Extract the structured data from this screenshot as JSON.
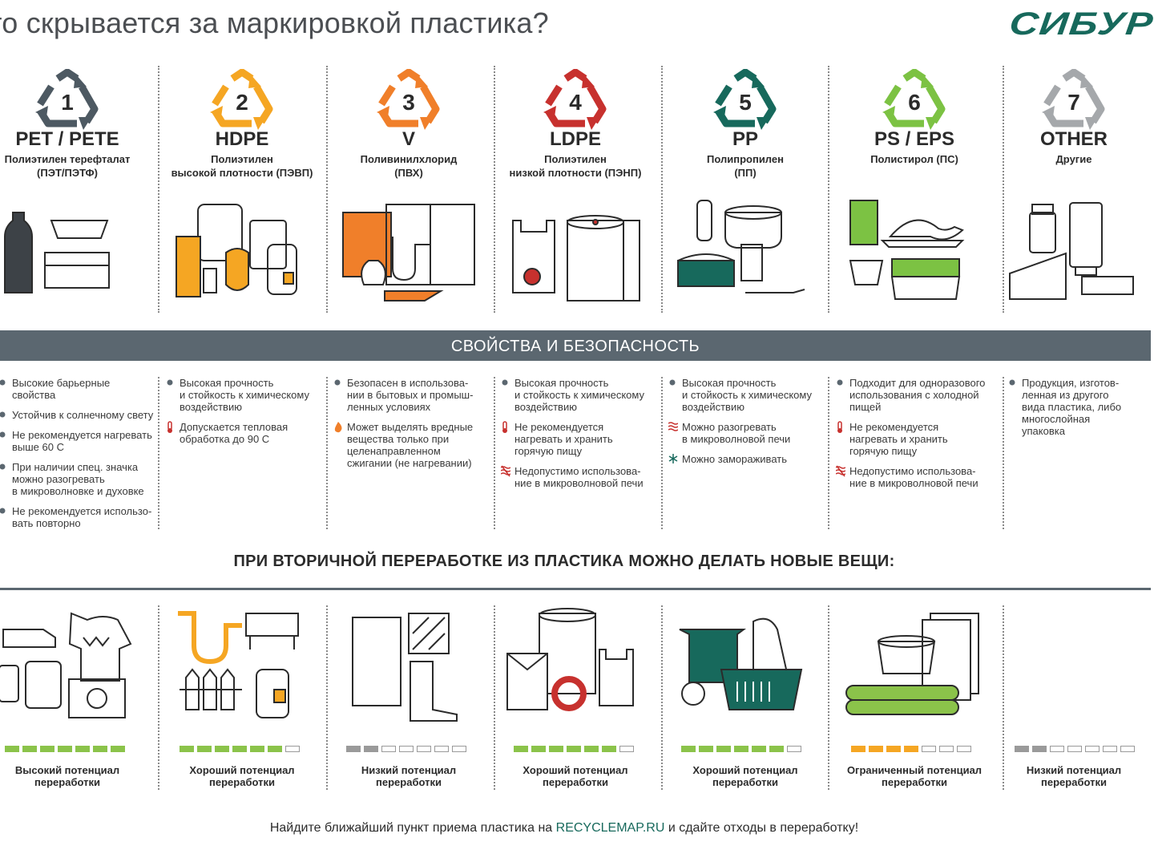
{
  "header": {
    "title": "то скрывается за маркировкой пластика?",
    "logo": "СИБУР"
  },
  "colors": {
    "band": "#5b6770",
    "brand": "#17695c",
    "green": "#8bc34a",
    "gray": "#9a9a9a",
    "orange": "#f5a623"
  },
  "plastics": [
    {
      "number": "1",
      "code": "PET / PETE",
      "fullname": "Полиэтилен терефталат\n(ПЭТ/ПЭТФ)",
      "triangle_color": "#4d5962",
      "props": [
        {
          "text": "Высокие барьерные свойства",
          "bullet": "dot"
        },
        {
          "text": "Устойчив к солнечному свету",
          "bullet": "dot"
        },
        {
          "text": "Не рекомендуется нагревать\nвыше 60 С",
          "bullet": "dot"
        },
        {
          "text": "При наличии спец. значка\nможно разогревать\nв микроволновке и духовке",
          "bullet": "dot"
        },
        {
          "text": "Не рекомендуется использо-\nвать повторно",
          "bullet": "dot"
        }
      ],
      "segments": 7,
      "filled": 7,
      "bar_color": "#8bc34a",
      "potential": "Высокий потенциал\nпереработки"
    },
    {
      "number": "2",
      "code": "HDPE",
      "fullname": "Полиэтилен\nвысокой плотности (ПЭВП)",
      "triangle_color": "#f5a623",
      "props": [
        {
          "text": "Высокая прочность\nи стойкость к химическому\nвоздействию",
          "bullet": "dot"
        },
        {
          "text": "Допускается тепловая\nобработка до 90 С",
          "bullet": "thermo"
        }
      ],
      "segments": 7,
      "filled": 6,
      "bar_color": "#8bc34a",
      "potential": "Хороший потенциал\nпереработки"
    },
    {
      "number": "3",
      "code": "V",
      "fullname": "Поливинилхлорид\n(ПВХ)",
      "triangle_color": "#f07f2a",
      "props": [
        {
          "text": "Безопасен в использова-\nнии в бытовых и промыш-\nленных условиях",
          "bullet": "dot"
        },
        {
          "text": "Может выделять вредные\nвещества только при\nцеленаправленном\nсжигании (не нагревании)",
          "bullet": "flame"
        }
      ],
      "segments": 7,
      "filled": 2,
      "bar_color": "#9a9a9a",
      "potential": "Низкий потенциал\nпереработки"
    },
    {
      "number": "4",
      "code": "LDPE",
      "fullname": "Полиэтилен\nнизкой плотности (ПЭНП)",
      "triangle_color": "#c7312e",
      "props": [
        {
          "text": "Высокая прочность\nи стойкость к химическому\nвоздействию",
          "bullet": "dot"
        },
        {
          "text": "Не рекомендуется\nнагревать и хранить\nгорячую пищу",
          "bullet": "thermo"
        },
        {
          "text": "Недопустимо использова-\nние в микроволновой печи",
          "bullet": "nowave"
        }
      ],
      "segments": 7,
      "filled": 6,
      "bar_color": "#8bc34a",
      "potential": "Хороший потенциал\nпереработки"
    },
    {
      "number": "5",
      "code": "PP",
      "fullname": "Полипропилен\n(ПП)",
      "triangle_color": "#17695c",
      "props": [
        {
          "text": "Высокая прочность\nи стойкость к химическому\nвоздействию",
          "bullet": "dot"
        },
        {
          "text": "Можно разогревать\nв микроволновой печи",
          "bullet": "wave"
        },
        {
          "text": "Можно замораживать",
          "bullet": "snow"
        }
      ],
      "segments": 7,
      "filled": 6,
      "bar_color": "#8bc34a",
      "potential": "Хороший потенциал\nпереработки"
    },
    {
      "number": "6",
      "code": "PS / EPS",
      "fullname": "Полистирол (ПС)",
      "triangle_color": "#7cc243",
      "props": [
        {
          "text": "Подходит для одноразового\nиспользования с холодной\nпищей",
          "bullet": "dot"
        },
        {
          "text": "Не рекомендуется\nнагревать и хранить\nгорячую пищу",
          "bullet": "thermo"
        },
        {
          "text": "Недопустимо использова-\nние в микроволновой печи",
          "bullet": "nowave"
        }
      ],
      "segments": 7,
      "filled": 4,
      "bar_color": "#f5a623",
      "potential": "Ограниченный потенциал\nпереработки"
    },
    {
      "number": "7",
      "code": "OTHER",
      "fullname": "Другие",
      "triangle_color": "#a5a8ab",
      "props": [
        {
          "text": "Продукция, изготов-\nленная из другого\nвида пластика, либо\nмногослойная\nупаковка",
          "bullet": "dot"
        }
      ],
      "segments": 7,
      "filled": 2,
      "bar_color": "#9a9a9a",
      "potential": "Низкий потенциал\nпереработки"
    }
  ],
  "band_title": "СВОЙСТВА И БЕЗОПАСНОСТЬ",
  "recycle_title": "ПРИ ВТОРИЧНОЙ ПЕРЕРАБОТКЕ ИЗ ПЛАСТИКА МОЖНО ДЕЛАТЬ НОВЫЕ ВЕЩИ:",
  "footer": {
    "before": "Найдите ближайший  пункт приема пластика на ",
    "link": "RECYCLEMAP.RU",
    "after": " и сдайте отходы в переработку!"
  }
}
